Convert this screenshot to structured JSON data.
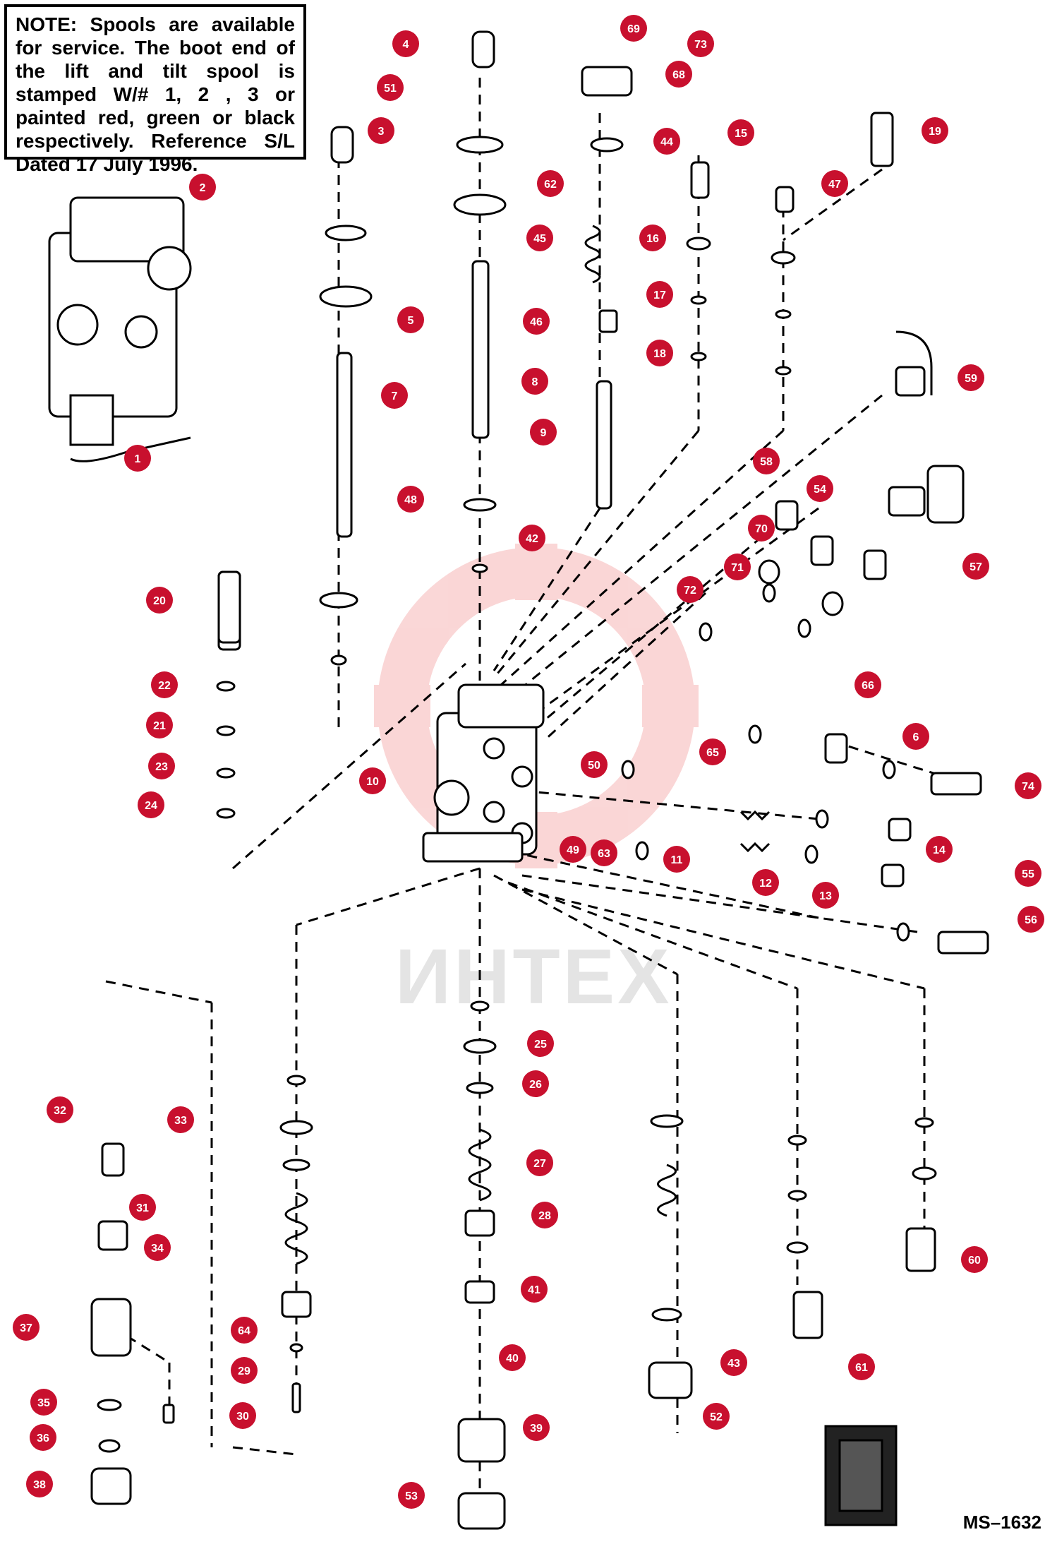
{
  "note": {
    "heading": "NOTE:",
    "text": "Spools are available for service. The boot end of the lift and tilt spool is stamped W/# 1, 2 , 3 or painted red, green or black respectively. Reference S/L Dated 17 July 1996."
  },
  "drawing_code": "MS–1632",
  "watermark": "ИНТЕХ",
  "colors": {
    "callout": "#c8102e",
    "line": "#000000",
    "watermark_gear": "#f6c6c6"
  },
  "callouts": [
    "69",
    "73",
    "68",
    "4",
    "51",
    "3",
    "44",
    "15",
    "19",
    "62",
    "47",
    "45",
    "16",
    "17",
    "46",
    "18",
    "7",
    "8",
    "9",
    "59",
    "58",
    "54",
    "48",
    "42",
    "70",
    "57",
    "71",
    "72",
    "20",
    "22",
    "21",
    "23",
    "24",
    "10",
    "66",
    "6",
    "50",
    "65",
    "74",
    "49",
    "63",
    "11",
    "12",
    "13",
    "14",
    "55",
    "56",
    "26",
    "25",
    "27",
    "28",
    "64",
    "29",
    "30",
    "41",
    "40",
    "43",
    "52",
    "39",
    "53",
    "32",
    "33",
    "31",
    "34",
    "37",
    "35",
    "36",
    "38",
    "60",
    "61",
    "1",
    "2",
    "5"
  ]
}
